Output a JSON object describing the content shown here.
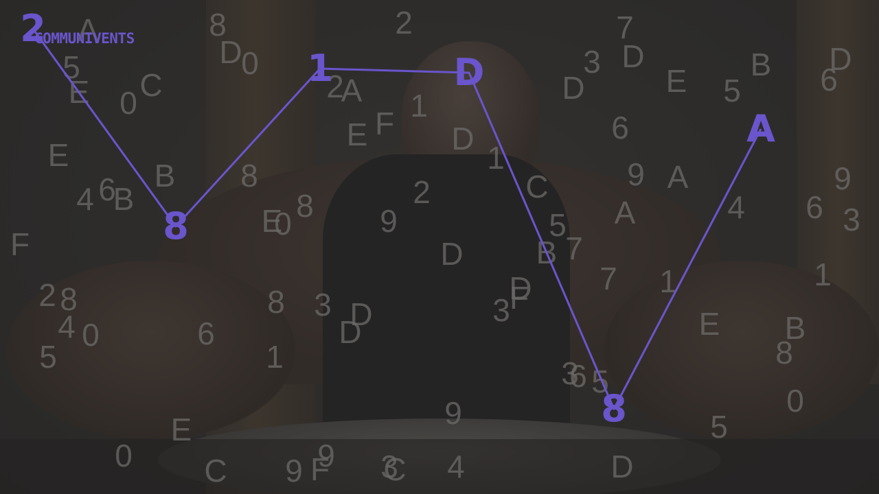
{
  "brand": {
    "name": "COMMUNIVENTS"
  },
  "colors": {
    "accent": "#6a55cc",
    "noise": "#6d6b69"
  },
  "code_sequence": [
    "2",
    "8",
    "1",
    "D",
    "8",
    "A"
  ],
  "distractors": [
    "8",
    "2",
    "7",
    "A",
    "D",
    "0",
    "3",
    "D",
    "B",
    "D",
    "5",
    "6",
    "E",
    "0",
    "C",
    "5",
    "2",
    "A",
    "1",
    "D",
    "E",
    "E",
    "F",
    "6",
    "D",
    "E",
    "1",
    "B",
    "8",
    "9",
    "A",
    "9",
    "4",
    "6",
    "B",
    "C",
    "4",
    "3",
    "6",
    "2",
    "8",
    "9",
    "E",
    "0",
    "A",
    "5",
    "F",
    "B",
    "D",
    "7",
    "7",
    "1",
    "1",
    "2",
    "8",
    "D",
    "8",
    "3",
    "F",
    "D",
    "3",
    "E",
    "4",
    "B",
    "0",
    "6",
    "D",
    "8",
    "5",
    "1",
    "3",
    "6",
    "5",
    "0",
    "9",
    "5",
    "E",
    "0",
    "9",
    "C",
    "9",
    "F",
    "4",
    "3",
    "C",
    "D"
  ]
}
